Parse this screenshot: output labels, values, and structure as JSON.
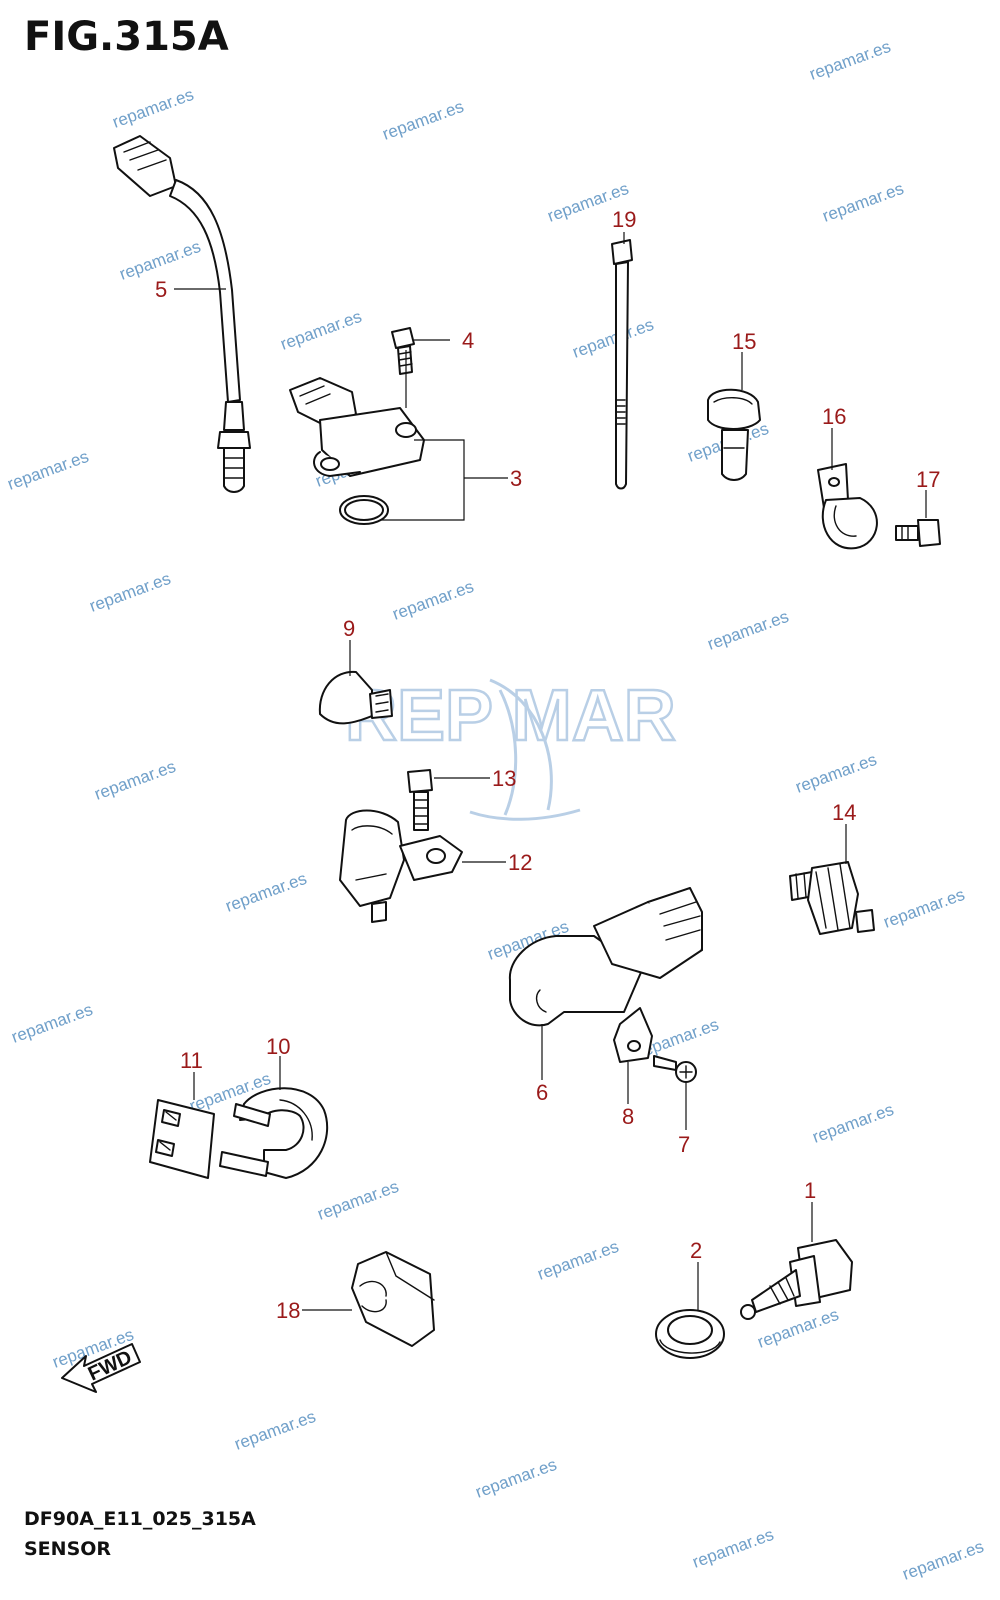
{
  "header": {
    "figure_title": "FIG.315A"
  },
  "footer": {
    "code": "DF90A_E11_025_315A",
    "name": "SENSOR"
  },
  "watermark": {
    "text": "repamar.es",
    "color": "#6f9fc9"
  },
  "logo": {
    "text": "REP MAR"
  },
  "fwd": {
    "label": "FWD"
  },
  "callouts": {
    "c1": "1",
    "c2": "2",
    "c3": "3",
    "c4": "4",
    "c5": "5",
    "c6": "6",
    "c7": "7",
    "c8": "8",
    "c9": "9",
    "c10": "10",
    "c11": "11",
    "c12": "12",
    "c13": "13",
    "c14": "14",
    "c15": "15",
    "c16": "16",
    "c17": "17",
    "c18": "18",
    "c19": "19"
  },
  "colors": {
    "callout": "#9a1a1a",
    "line": "#111111"
  }
}
